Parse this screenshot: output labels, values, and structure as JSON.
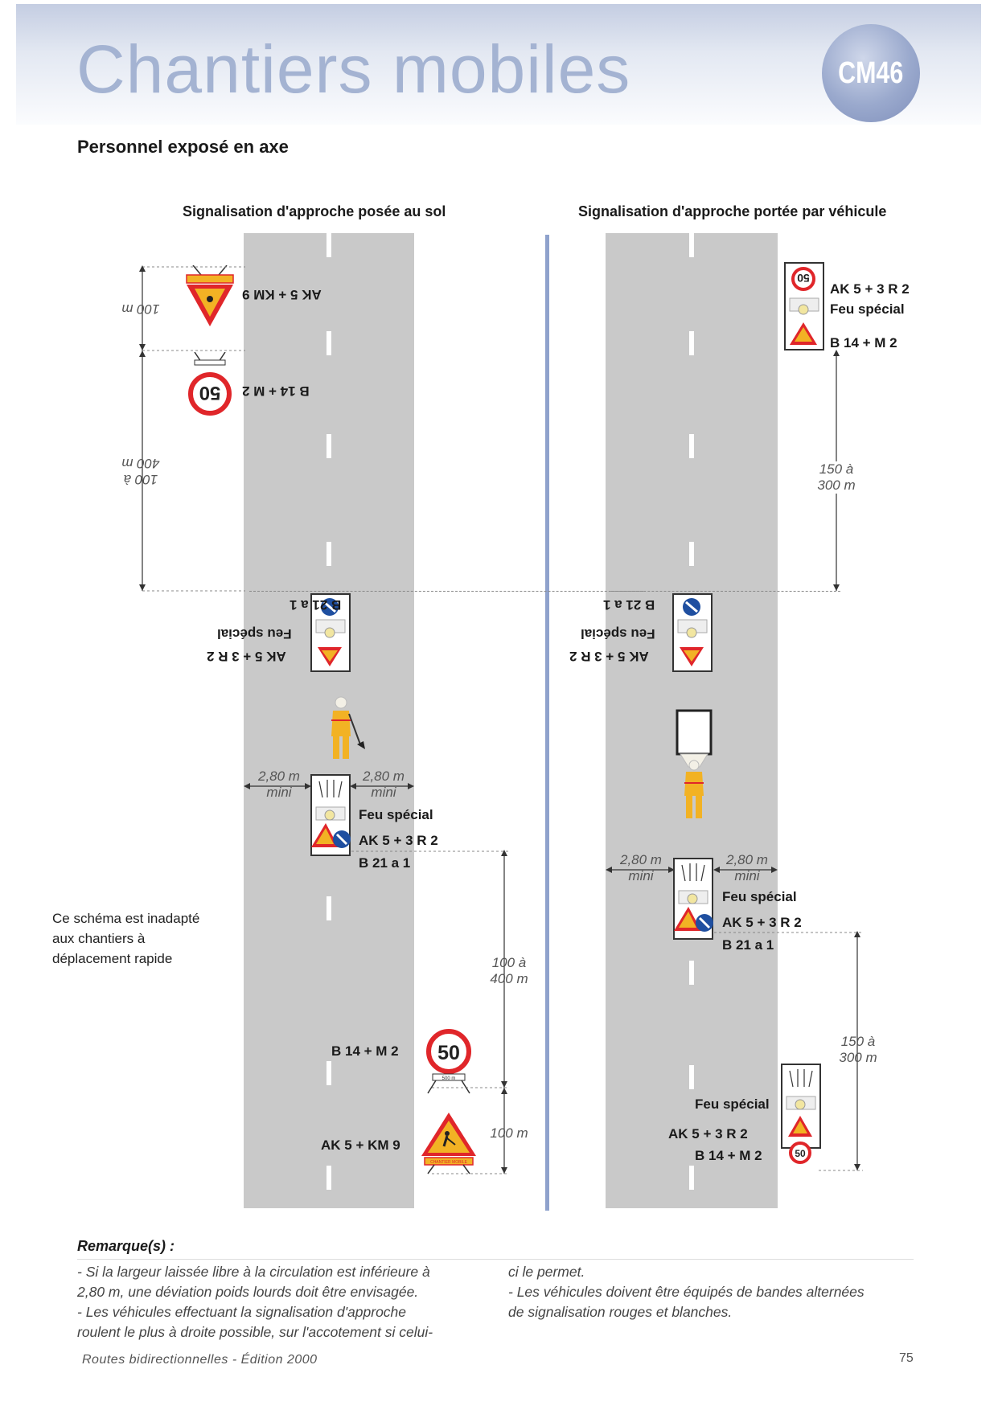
{
  "header": {
    "title": "Chantiers mobiles",
    "badge": "CM46",
    "subtitle": "Personnel exposé en axe"
  },
  "left_scheme": {
    "heading": "Signalisation d'approche posée au sol",
    "top_sign_ak": "AK 5 + KM 9",
    "top_sign_b14": "B 14 + M 2",
    "top_dist_1": "100 m",
    "top_dist_2_line1": "100 à",
    "top_dist_2_line2": "400 m",
    "veh_label_1": "B 21 a 1",
    "veh_label_2": "Feu spécial",
    "veh_label_3": "AK 5 + 3 R 2",
    "width_left": "2,80 m",
    "width_left_sub": "mini",
    "width_right": "2,80 m",
    "width_right_sub": "mini",
    "front_label_1": "Feu spécial",
    "front_label_2": "AK 5 + 3 R 2",
    "front_label_3": "B 21 a 1",
    "bottom_dist_1_line1": "100 à",
    "bottom_dist_1_line2": "400 m",
    "bottom_b14": "B 14 + M 2",
    "bottom_ak": "AK 5 + KM 9",
    "bottom_dist_2": "100 m",
    "speed": "50",
    "plate_distance": "500 m",
    "plate_chantier": "CHANTIER MOBILE"
  },
  "right_scheme": {
    "heading": "Signalisation d'approche portée par véhicule",
    "top_label_1": "AK 5 + 3 R 2",
    "top_label_2": "Feu spécial",
    "top_label_3": "B 14 + M 2",
    "dist_1_line1": "150 à",
    "dist_1_line2": "300 m",
    "veh_label_1": "B 21 a 1",
    "veh_label_2": "Feu spécial",
    "veh_label_3": "AK 5 + 3 R 2",
    "width_left": "2,80 m",
    "width_left_sub": "mini",
    "width_right": "2,80 m",
    "width_right_sub": "mini",
    "front_label_1": "Feu spécial",
    "front_label_2": "AK 5 + 3 R 2",
    "front_label_3": "B 21 a 1",
    "dist_2_line1": "150 à",
    "dist_2_line2": "300 m",
    "bottom_label_1": "Feu spécial",
    "bottom_label_2": "AK 5 + 3 R 2",
    "bottom_label_3": "B 14 + M 2",
    "speed": "50"
  },
  "note": {
    "line1": "Ce schéma est inadapté",
    "line2": "aux chantiers à",
    "line3": "déplacement rapide"
  },
  "remarks": {
    "title": "Remarque(s) :",
    "col1_l1": "- Si la largeur laissée libre à la circulation est inférieure à",
    "col1_l2": "2,80 m, une déviation poids lourds doit être envisagée.",
    "col1_l3": "- Les véhicules effectuant la signalisation d'approche",
    "col1_l4": "roulent le plus à droite possible, sur l'accotement si celui-",
    "col2_l1": "ci le permet.",
    "col2_l2": "- Les véhicules doivent être équipés de bandes alternées",
    "col2_l3": "de signalisation rouges et blanches."
  },
  "footer": {
    "source": "Routes bidirectionnelles - Édition 2000",
    "page_number": "75"
  },
  "colors": {
    "title": "#a4b3d2",
    "road": "#c9c9c9",
    "separator": "#8fa2cc",
    "sign_red": "#e0262a",
    "sign_yellow": "#f2b224",
    "sign_blue": "#1f4fa0"
  }
}
